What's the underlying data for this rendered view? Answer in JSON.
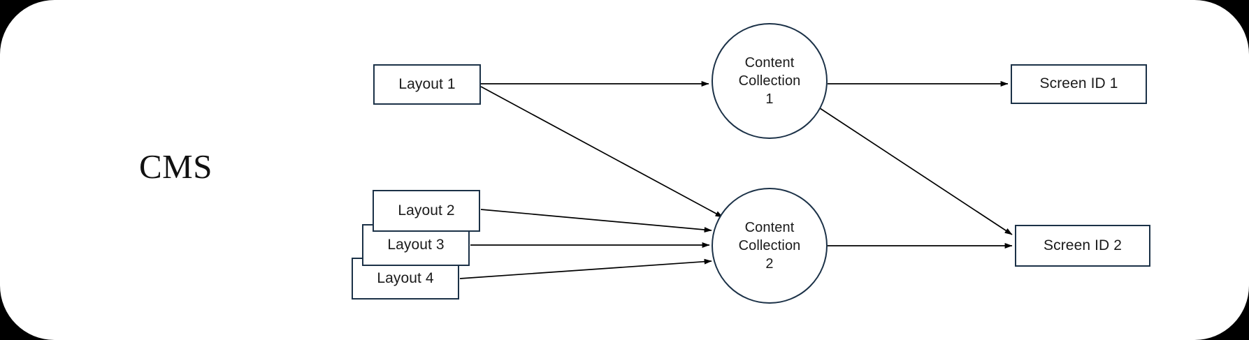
{
  "diagram": {
    "title": "CMS",
    "background_color": "#ffffff",
    "canvas_color": "#000000",
    "stroke_color": "#1b3147",
    "edge_color": "#000000",
    "text_color": "#1a1a1a",
    "nodes": {
      "layout_1": {
        "label": "Layout 1",
        "shape": "rectangle"
      },
      "layout_2": {
        "label": "Layout 2",
        "shape": "rectangle"
      },
      "layout_3": {
        "label": "Layout 3",
        "shape": "rectangle"
      },
      "layout_4": {
        "label": "Layout 4",
        "shape": "rectangle"
      },
      "collection_1": {
        "label": "Content\nCollection\n1",
        "shape": "circle"
      },
      "collection_2": {
        "label": "Content\nCollection\n2",
        "shape": "circle"
      },
      "screen_1": {
        "label": "Screen ID 1",
        "shape": "rectangle"
      },
      "screen_2": {
        "label": "Screen ID 2",
        "shape": "rectangle"
      }
    },
    "edges": [
      {
        "from": "layout_1",
        "to": "collection_1",
        "arrow": "end"
      },
      {
        "from": "layout_1",
        "to": "collection_2",
        "arrow": "end"
      },
      {
        "from": "layout_2",
        "to": "collection_2",
        "arrow": "end"
      },
      {
        "from": "layout_3",
        "to": "collection_2",
        "arrow": "end"
      },
      {
        "from": "layout_4",
        "to": "collection_2",
        "arrow": "end"
      },
      {
        "from": "collection_1",
        "to": "screen_1",
        "arrow": "end"
      },
      {
        "from": "collection_1",
        "to": "screen_2",
        "arrow": "end"
      },
      {
        "from": "collection_2",
        "to": "screen_2",
        "arrow": "end"
      }
    ]
  }
}
